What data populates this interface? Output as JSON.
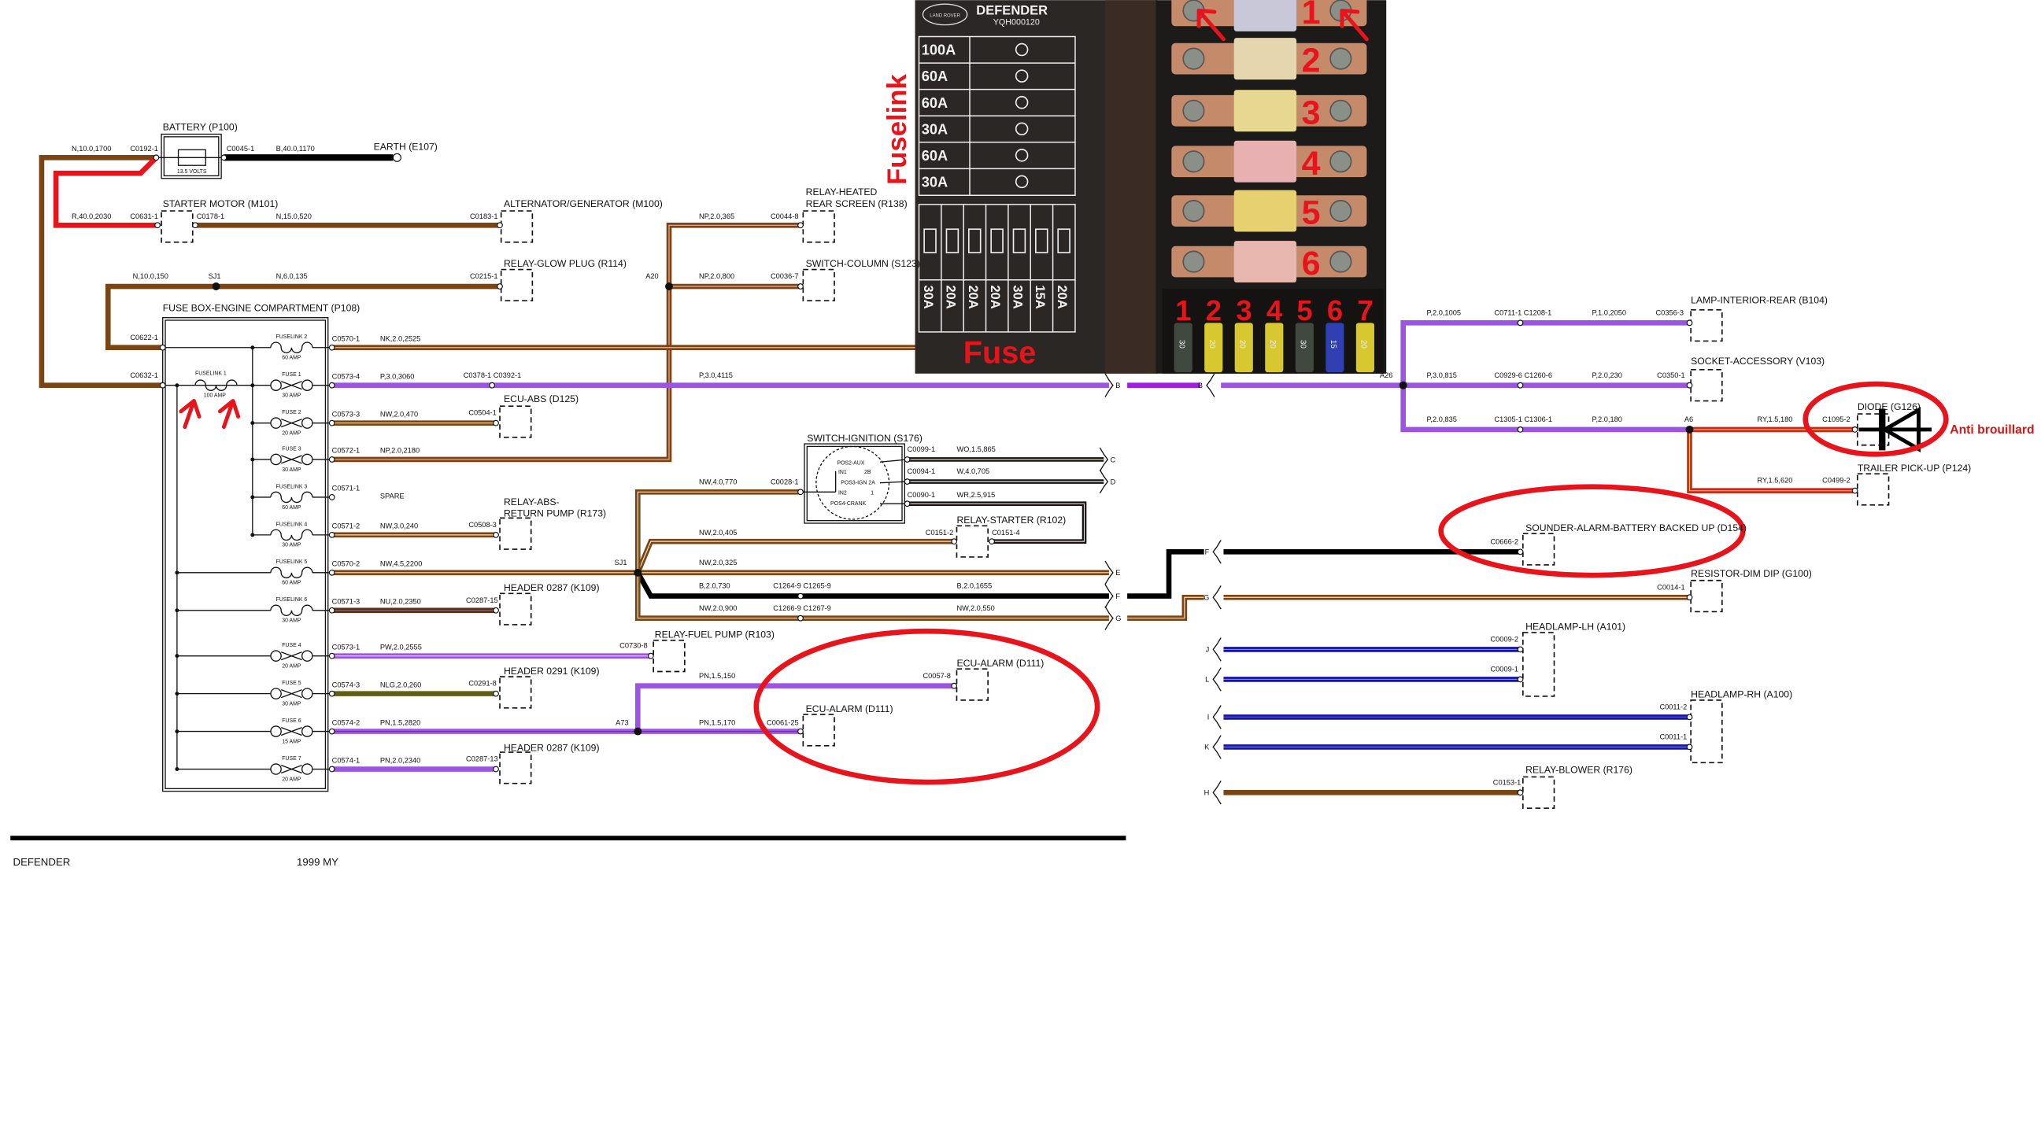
{
  "footer": {
    "model": "DEFENDER",
    "year": "1999 MY"
  },
  "annotations": {
    "fuselink": "Fuselink",
    "fuse": "Fuse",
    "anti_brouillard": "Anti brouillard",
    "highlight_color": "#e8141c"
  },
  "photo": {
    "brand": "LAND ROVER",
    "model": "DEFENDER",
    "part_number": "YQH000120",
    "fuselink_ratings": [
      "100A",
      "60A",
      "60A",
      "30A",
      "60A",
      "30A"
    ],
    "fuse_ratings": [
      "30A",
      "20A",
      "20A",
      "20A",
      "30A",
      "15A",
      "20A"
    ],
    "fuselink_numbers": [
      "1",
      "2",
      "3",
      "4",
      "5",
      "6"
    ],
    "fuse_numbers": [
      "1",
      "2",
      "3",
      "4",
      "5",
      "6",
      "7"
    ],
    "mini_fuse_values": [
      "30",
      "20",
      "20",
      "20",
      "30",
      "15",
      "20"
    ]
  },
  "wire_colors": {
    "N": "#7b4513",
    "P": "#9b55e3",
    "B": "#000000",
    "R": "#e8141c",
    "U": "#1515a0",
    "LG": "#5e5e18",
    "RY": "#c8281e"
  },
  "components": {
    "battery": "BATTERY (P100)",
    "battery_volts": "13.5 VOLTS",
    "earth": "EARTH (E107)",
    "starter": "STARTER MOTOR (M101)",
    "alternator": "ALTERNATOR/GENERATOR (M100)",
    "glow_relay": "RELAY-GLOW PLUG (R114)",
    "hrs_line1": "RELAY-HEATED",
    "hrs_line2": "REAR SCREEN (R138)",
    "switch_column": "SWITCH-COLUMN (S123)",
    "fuse_box": "FUSE BOX-ENGINE COMPARTMENT (P108)",
    "ecu_abs": "ECU-ABS (D125)",
    "abs_pump_line1": "RELAY-ABS-",
    "abs_pump_line2": "RETURN PUMP (R173)",
    "header_0287_a": "HEADER 0287 (K109)",
    "fuel_pump": "RELAY-FUEL PUMP (R103)",
    "header_0291": "HEADER 0291 (K109)",
    "header_0287_b": "HEADER 0287 (K109)",
    "ecu_alarm_a": "ECU-ALARM (D111)",
    "ecu_alarm_b": "ECU-ALARM (D111)",
    "switch_ignition": "SWITCH-IGNITION (S176)",
    "relay_starter": "RELAY-STARTER (R102)",
    "lamp_interior": "LAMP-INTERIOR-REAR (B104)",
    "socket": "SOCKET-ACCESSORY (V103)",
    "diode": "DIODE (G126)",
    "trailer": "TRAILER PICK-UP (P124)",
    "sounder": "SOUNDER-ALARM-BATTERY BACKED UP (D154)",
    "resistor": "RESISTOR-DIM DIP (G100)",
    "headlamp_lh": "HEADLAMP-LH (A101)",
    "headlamp_rh": "HEADLAMP-RH (A100)",
    "relay_blower": "RELAY-BLOWER (R176)"
  },
  "ignition": {
    "pos2_aux": "POS2-AUX",
    "in1": "IN1",
    "p2b": "2B",
    "pos3_ign": "POS3-IGN 2A",
    "in2": "IN2",
    "p1": "1",
    "pos4_crank": "POS4-CRANK"
  },
  "fusebox": {
    "fuselink1": {
      "name": "FUSELINK 1",
      "rating": "100 AMP"
    },
    "items": [
      {
        "name": "FUSELINK 2",
        "rating": "60 AMP",
        "connector": "C0570-1",
        "wire": "NK,2.0,2525",
        "type": "fuselink"
      },
      {
        "name": "FUSE 1",
        "rating": "30 AMP",
        "connector": "C0573-4",
        "wire": "P,3.0,3060",
        "type": "fuse"
      },
      {
        "name": "FUSE 2",
        "rating": "20 AMP",
        "connector": "C0573-3",
        "wire": "NW,2.0,470",
        "type": "fuse"
      },
      {
        "name": "FUSE 3",
        "rating": "30 AMP",
        "connector": "C0572-1",
        "wire": "NP,2.0,2180",
        "type": "fuse"
      },
      {
        "name": "FUSELINK 3",
        "rating": "60 AMP",
        "connector": "C0571-1",
        "wire": "SPARE",
        "type": "fuselink"
      },
      {
        "name": "FUSELINK 4",
        "rating": "30 AMP",
        "connector": "C0571-2",
        "wire": "NW,3.0,240",
        "type": "fuselink"
      },
      {
        "name": "FUSELINK 5",
        "rating": "60 AMP",
        "connector": "C0570-2",
        "wire": "NW,4.5,2200",
        "type": "fuselink"
      },
      {
        "name": "FUSELINK 6",
        "rating": "30 AMP",
        "connector": "C0571-3",
        "wire": "NU,2.0,2350",
        "type": "fuselink"
      },
      {
        "name": "FUSE 4",
        "rating": "20 AMP",
        "connector": "C0573-1",
        "wire": "PW,2.0,2555",
        "type": "fuse"
      },
      {
        "name": "FUSE 5",
        "rating": "30 AMP",
        "connector": "C0574-3",
        "wire": "NLG,2.0,260",
        "type": "fuse"
      },
      {
        "name": "FUSE 6",
        "rating": "15 AMP",
        "connector": "C0574-2",
        "wire": "PN,1.5,2820",
        "type": "fuse"
      },
      {
        "name": "FUSE 7",
        "rating": "20 AMP",
        "connector": "C0574-1",
        "wire": "PN,2.0,2340",
        "type": "fuse"
      }
    ]
  },
  "junctions": {
    "sj1_a": "SJ1",
    "sj1_b": "SJ1",
    "a20": "A20",
    "a73": "A73",
    "a26": "A26",
    "a6": "A6"
  },
  "breaks": {
    "b": "B",
    "c": "C",
    "d": "D",
    "e": "E",
    "f": "F",
    "g": "G",
    "h": "H",
    "i": "I",
    "j": "J",
    "k": "K",
    "l": "L"
  },
  "wires": {
    "battery_feed": "N,10.0,1700",
    "earth_strap": "B,40.0,1170",
    "starter_feed": "R,40.0,2030",
    "alternator": "N,15.0,520",
    "glow_feed": "N,10.0,150",
    "glow": "N,6.0,135",
    "hrs": "NP,2.0,365",
    "switch_column": "NP,2.0,800",
    "p_4115": "P,3.0,4115",
    "nw_770": "NW,4.0,770",
    "wo_865": "WO,1.5,865",
    "w_705": "W,4.0,705",
    "wr_915": "WR,2.5,915",
    "nw_405": "NW,2.0,405",
    "nw_325": "NW,2.0,325",
    "b_730": "B,2.0,730",
    "b_1655": "B,2.0,1655",
    "nw_900": "NW,2.0,900",
    "nw_550": "NW,2.0,550",
    "pn_150": "PN,1.5,150",
    "pn_170": "PN,1.5,170",
    "p_1005": "P,2.0,1005",
    "p_2050": "P,1.0,2050",
    "p_815": "P,3.0,815",
    "p_230": "P,2.0,230",
    "p_835": "P,2.0,835",
    "p_180": "P,2.0,180",
    "ry_180": "RY,1.5,180",
    "ry_620": "RY,1.5,620"
  },
  "connectors": {
    "c0192_1": "C0192-1",
    "c0045_1": "C0045-1",
    "c0631_1": "C0631-1",
    "c0178_1": "C0178-1",
    "c0183_1": "C0183-1",
    "c0215_1": "C0215-1",
    "c0044_8": "C0044-8",
    "c0036_7": "C0036-7",
    "c0622_1": "C0622-1",
    "c0632_1": "C0632-1",
    "c0378_c0392": "C0378-1 C0392-1",
    "c0504_1": "C0504-1",
    "c0508_3": "C0508-3",
    "c0287_15": "C0287-15",
    "c0730_8": "C0730-8",
    "c0291_8": "C0291-8",
    "c0061_25": "C0061-25",
    "c0057_8": "C0057-8",
    "c0287_13": "C0287-13",
    "c0028_1": "C0028-1",
    "c0099_1": "C0099-1",
    "c0094_1": "C0094-1",
    "c0090_1": "C0090-1",
    "c0151_2": "C0151-2",
    "c0151_4": "C0151-4",
    "c1264_c1265": "C1264-9 C1265-9",
    "c1266_c1267": "C1266-9 C1267-9",
    "c0711_c1208": "C0711-1 C1208-1",
    "c0356_3": "C0356-3",
    "c0929_c1260": "C0929-6 C1260-6",
    "c0350_1": "C0350-1",
    "c1305_c1306": "C1305-1 C1306-1",
    "c1095_2": "C1095-2",
    "c0499_2": "C0499-2",
    "c0666_2": "C0666-2",
    "c0014_1": "C0014-1",
    "c0009_2": "C0009-2",
    "c0009_1": "C0009-1",
    "c0011_2": "C0011-2",
    "c0011_1": "C0011-1",
    "c0153_1": "C0153-1"
  }
}
